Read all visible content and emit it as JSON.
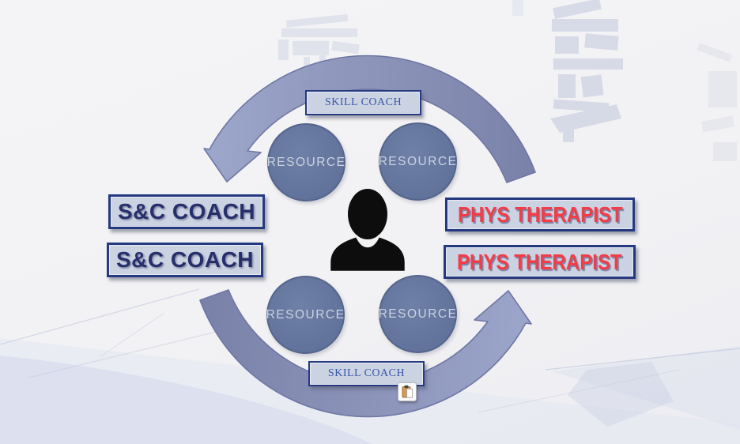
{
  "slide": {
    "labels": {
      "skill_coach_top": "SKILL COACH",
      "skill_coach_bottom": "SKILL COACH",
      "snc_coach_1": "S&C COACH",
      "snc_coach_2": "S&C COACH",
      "phys_therapist_1": "PHYS THERAPIST",
      "phys_therapist_2": "PHYS THERAPIST",
      "resource_top_left": "RESOURCE",
      "resource_top_right": "RESOURCE",
      "resource_bottom_left": "RESOURCE",
      "resource_bottom_right": "RESOURCE"
    },
    "icons": {
      "center": "person-silhouette",
      "floating_button": "clipboard-paste-options"
    },
    "colors": {
      "background": "#f2f2f4",
      "arrow_dark": "#777ea6",
      "arrow_light": "#9aa3c9",
      "arrow_outline": "#6a73a2",
      "circle_fill": "#63759d",
      "circle_text": "#ccd3e0",
      "label_box_fill": "#cbd3e3",
      "label_box_border": "#24397f",
      "skill_coach_text": "#3a57a8",
      "snc_coach_text": "#262f6b",
      "phys_therapist_text": "#f43b46",
      "person_icon": "#111111",
      "watermark": "#b7bed8"
    }
  }
}
